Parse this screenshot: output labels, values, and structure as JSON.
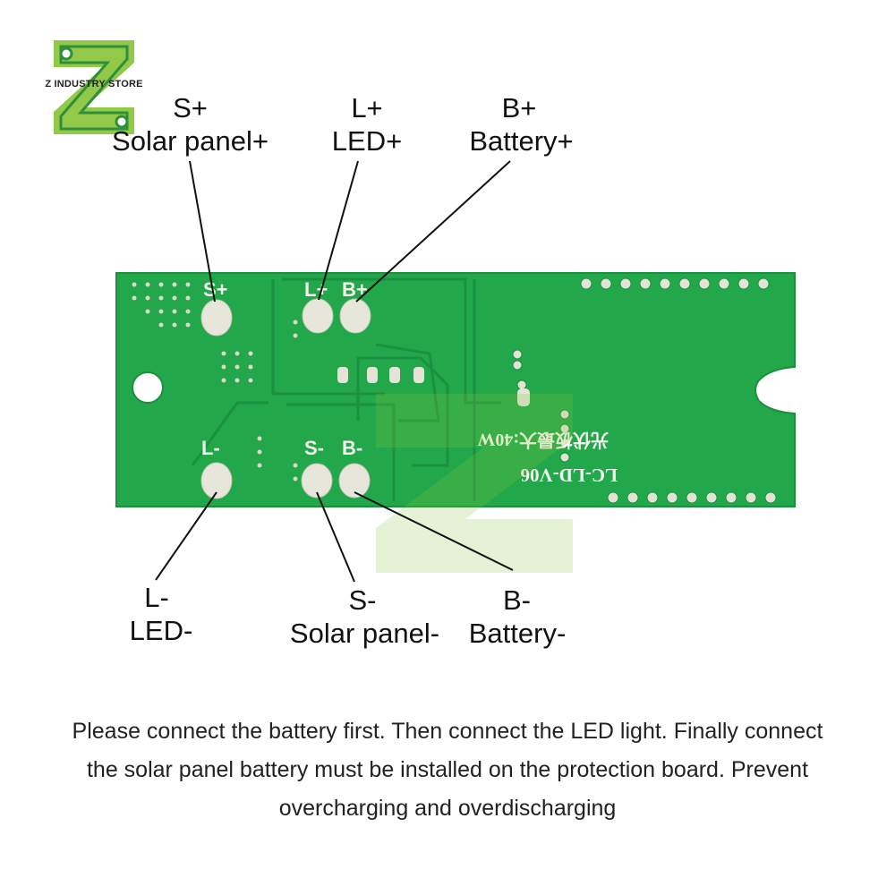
{
  "logo": {
    "brand": "Z INDUSTRY STORE"
  },
  "callouts": {
    "s_plus": {
      "code": "S+",
      "name": "Solar panel+"
    },
    "l_plus": {
      "code": "L+",
      "name": "LED+"
    },
    "b_plus": {
      "code": "B+",
      "name": "Battery+"
    },
    "l_minus": {
      "code": "L-",
      "name": "LED-"
    },
    "s_minus": {
      "code": "S-",
      "name": "Solar panel-"
    },
    "b_minus": {
      "code": "B-",
      "name": "Battery-"
    }
  },
  "board": {
    "silk_s_plus": "S+",
    "silk_l_plus": "L+",
    "silk_b_plus": "B+",
    "silk_l_minus": "L-",
    "silk_s_minus": "S-",
    "silk_b_minus": "B-",
    "silk_power": "光伏板最大:40W",
    "silk_model": "LC-LD-V06",
    "pcb_color": "#22a84a",
    "trace_color": "#1a9140"
  },
  "instructions": "Please connect the battery first. Then connect the LED light. Finally connect the solar panel battery must be installed on the protection board. Prevent overcharging and overdischarging"
}
